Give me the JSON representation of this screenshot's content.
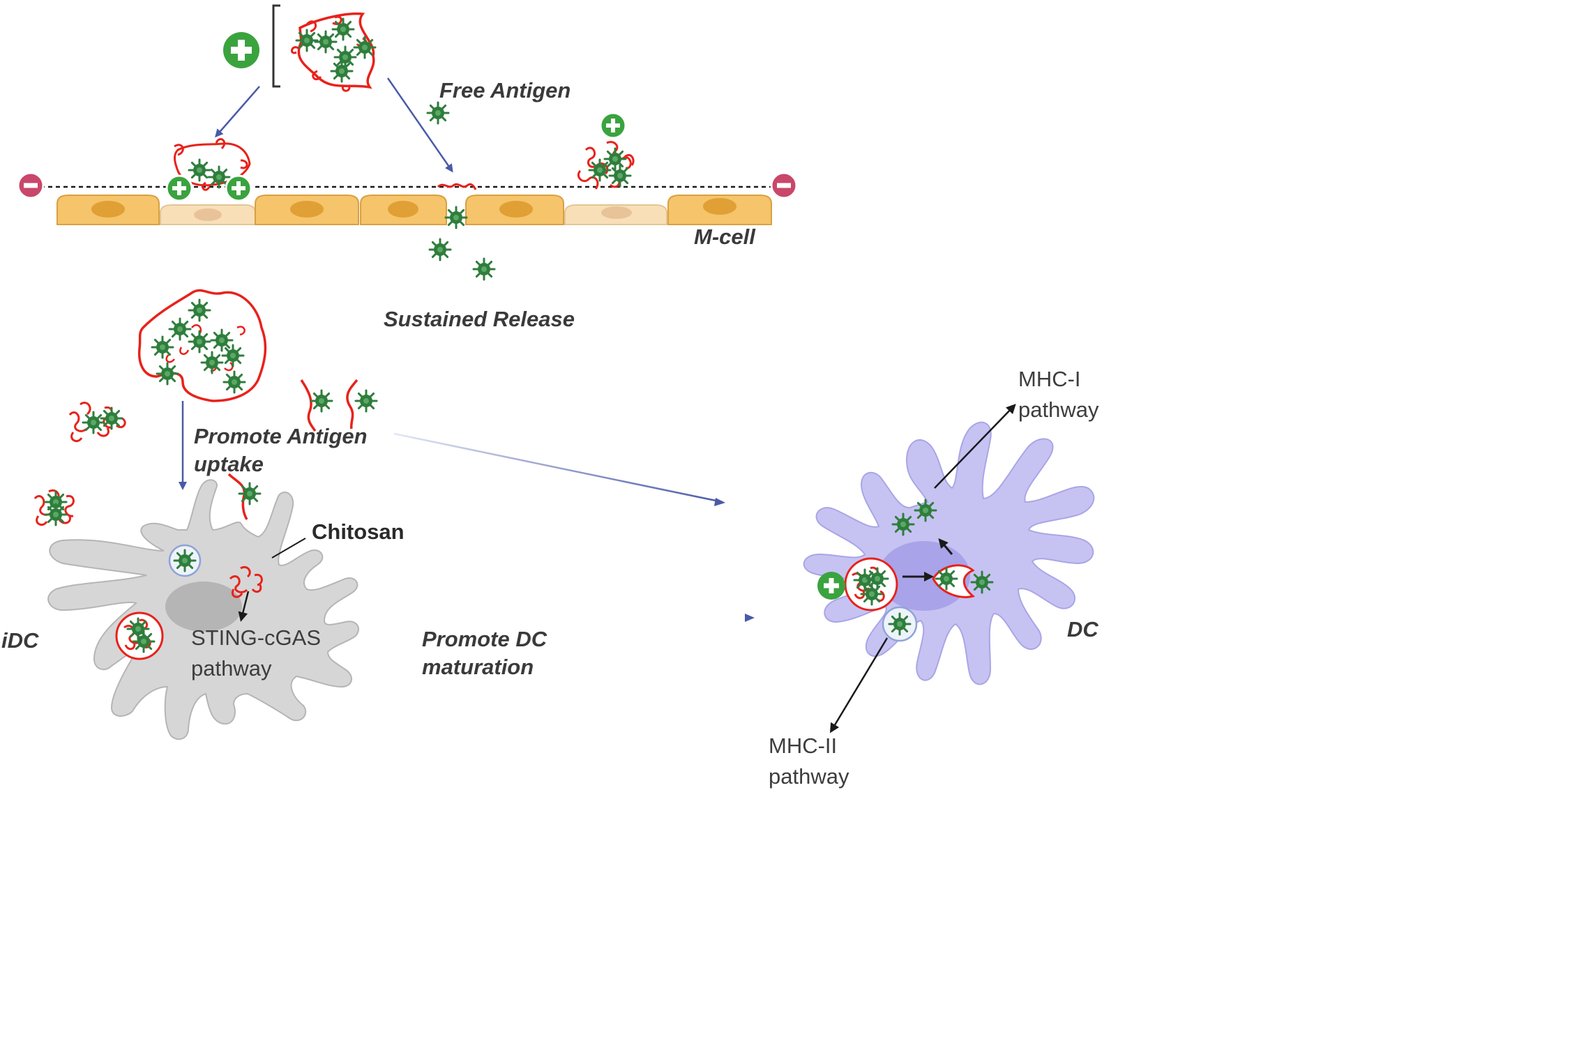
{
  "labels": {
    "free_antigen": "Free Antigen",
    "m_cell": "M-cell",
    "sustained_release": "Sustained Release",
    "promote_uptake_1": "Promote Antigen",
    "promote_uptake_2": "uptake",
    "chitosan": "Chitosan",
    "sting_1": "STING-cGAS",
    "sting_2": "pathway",
    "idc": "iDC",
    "promote_dc_1": "Promote DC",
    "promote_dc_2": "maturation",
    "dc": "DC",
    "mhc1_1": "MHC-I",
    "mhc1_2": "pathway",
    "mhc2_1": "MHC-II",
    "mhc2_2": "pathway"
  },
  "colors": {
    "polymer_red": "#e8221b",
    "antigen_green": "#2f7d3c",
    "charge_plus": "#3aa33e",
    "charge_minus": "#c9476a",
    "cell_dark": "#f5c46b",
    "cell_light": "#f8dfb7",
    "nucleus_dark": "#e0a035",
    "nucleus_light": "#e8c39a",
    "idc_body": "#d6d6d6",
    "dc_body": "#c6c3f2",
    "arrow_blue": "#4a5aa8"
  },
  "icons": [
    "plus-charge-icon",
    "minus-charge-icon",
    "antigen-icon",
    "chitosan-polymer-icon",
    "endosome-icon"
  ]
}
